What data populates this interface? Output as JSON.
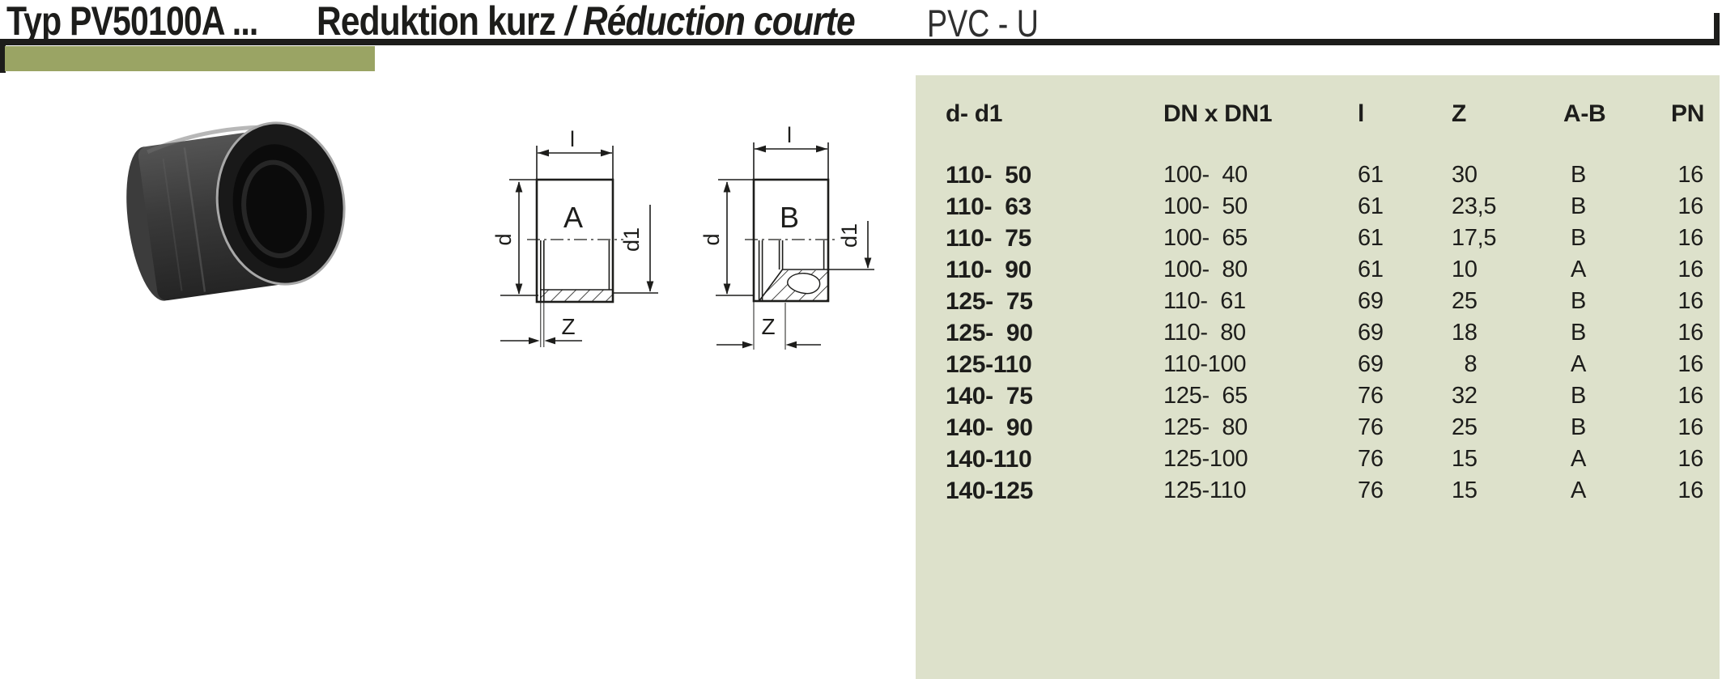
{
  "page": {
    "background": "#ffffff"
  },
  "header": {
    "type_label": "Typ PV50100A ...",
    "title_de": "Reduktion kurz",
    "title_fr": "/ Réduction courte",
    "material": "PVC - U",
    "colors": {
      "accent_bar": "#9aa464",
      "rule": "#1d1d1b"
    }
  },
  "photo": {
    "description": "Black PVC-U short reduction fitting, socket opening facing right"
  },
  "drawings": {
    "labels": {
      "variant_a": "A",
      "variant_b": "B",
      "length": "l",
      "outer_diameter": "d",
      "inner_diameter": "d1",
      "offset": "Z"
    }
  },
  "table": {
    "background": "#dde1cb",
    "columns": [
      "d- d1",
      "DN x DN1",
      "l",
      "Z",
      "A-B",
      "PN"
    ],
    "rows": [
      [
        "110-  50",
        "100-  40",
        "61",
        "30",
        "B",
        "16"
      ],
      [
        "110-  63",
        "100-  50",
        "61",
        "23,5",
        "B",
        "16"
      ],
      [
        "110-  75",
        "100-  65",
        "61",
        "17,5",
        "B",
        "16"
      ],
      [
        "110-  90",
        "100-  80",
        "61",
        "10",
        "A",
        "16"
      ],
      [
        "125-  75",
        "110-  61",
        "69",
        "25",
        "B",
        "16"
      ],
      [
        "125-  90",
        "110-  80",
        "69",
        "18",
        "B",
        "16"
      ],
      [
        "125-110",
        "110-100",
        "69",
        "  8",
        "A",
        "16"
      ],
      [
        "140-  75",
        "125-  65",
        "76",
        "32",
        "B",
        "16"
      ],
      [
        "140-  90",
        "125-  80",
        "76",
        "25",
        "B",
        "16"
      ],
      [
        "140-110",
        "125-100",
        "76",
        "15",
        "A",
        "16"
      ],
      [
        "140-125",
        "125-110",
        "76",
        "15",
        "A",
        "16"
      ]
    ]
  }
}
